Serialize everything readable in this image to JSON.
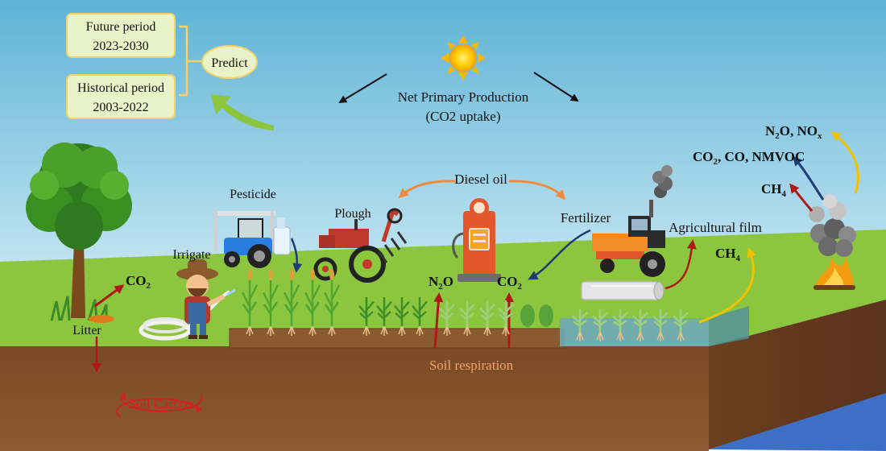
{
  "periods": {
    "future_label": "Future period",
    "future_range": "2023-2030",
    "historical_label": "Historical period",
    "historical_range": "2003-2022",
    "predict": "Predict"
  },
  "npp": {
    "line1": "Net Primary Production",
    "line2": "(CO2 uptake)"
  },
  "inputs": {
    "pesticide": "Pesticide",
    "plough": "Plough",
    "irrigate": "Irrigate",
    "diesel_oil": "Diesel oil",
    "fertilizer": "Fertilizer",
    "agricultural_film": "Agricultural film"
  },
  "emissions": {
    "co2_tree": "CO",
    "co2_tree_sub": "2",
    "n2o_a": "N",
    "n2o_sub": "2",
    "n2o_b": "O",
    "co2_soil": "CO",
    "co2_soil_sub": "2",
    "ch4_film": "CH",
    "ch4_film_sub": "4",
    "ch4_burn": "CH",
    "ch4_burn_sub": "4",
    "co2_group_a": "CO",
    "co2_group_sub": "2",
    "co2_group_b": ", CO, NMVOC",
    "nox_a": "N",
    "nox_sub1": "2",
    "nox_b": "O, NO",
    "nox_sub2": "x"
  },
  "soil": {
    "litter": "Litter",
    "soil_respiration": "Soil respiration",
    "soil_carbon": "Soil Carbon"
  },
  "colors": {
    "sky_top": "#5fb3d6",
    "sky_bottom": "#cfe9f4",
    "grass": "#8cc63f",
    "soil": "#7a4a26",
    "box_fill": "#eaf2c8",
    "box_border": "#f2c94c",
    "arrow_red": "#b01818",
    "arrow_orange": "#f08a3c",
    "arrow_navy": "#1f3b73",
    "arrow_yellow": "#f2c200",
    "soil_text": "#f0a070",
    "soil_carbon_text": "#d41f1f",
    "water": "#3d6fc6"
  },
  "icons": [
    "sun-icon",
    "tree-icon",
    "farmer-icon",
    "tractor-sprayer-icon",
    "plough-tractor-icon",
    "fuel-pump-icon",
    "fertilizer-tractor-icon",
    "film-roll-icon",
    "fire-icon",
    "smoke-icon",
    "crops-icon"
  ]
}
